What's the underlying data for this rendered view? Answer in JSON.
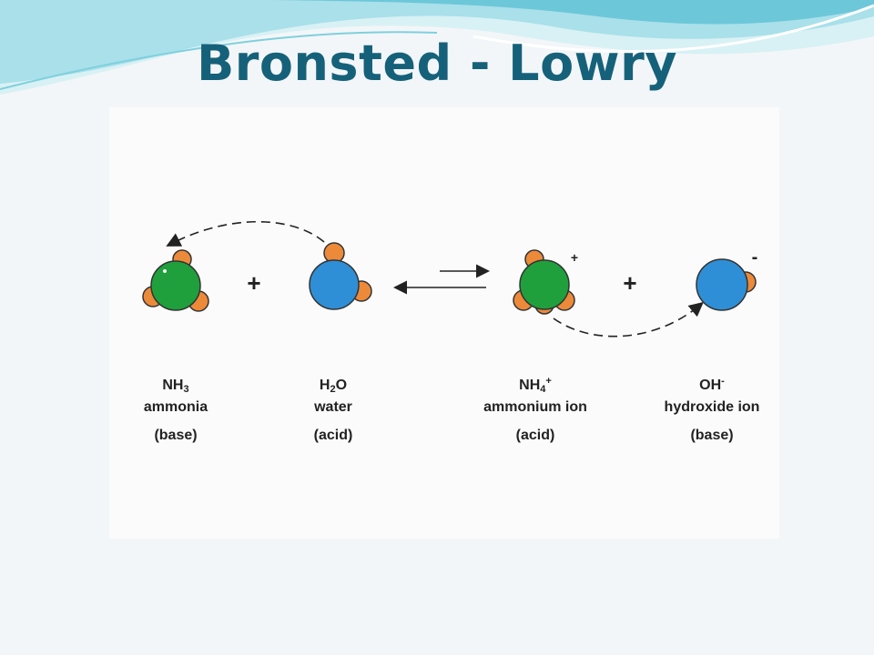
{
  "title": "Bronsted - Lowry",
  "colors": {
    "title": "#16617a",
    "nitrogen_green": "#1fa03c",
    "oxygen_blue": "#2f8fd6",
    "hydrogen_orange": "#ec8a3a",
    "wave_light": "#bfe9f0",
    "wave_mid": "#5cc3d6"
  },
  "equation": {
    "plus_left": "+",
    "plus_right": "+",
    "charge_ammonium": "+",
    "charge_hydroxide": "-"
  },
  "species": [
    {
      "formula_main": "NH",
      "formula_sub": "3",
      "formula_tail": "",
      "formula_sup": "",
      "name": "ammonia",
      "role": "(base)"
    },
    {
      "formula_main": "H",
      "formula_sub": "2",
      "formula_tail": "O",
      "formula_sup": "",
      "name": "water",
      "role": "(acid)"
    },
    {
      "formula_main": "NH",
      "formula_sub": "4",
      "formula_tail": "",
      "formula_sup": "+",
      "name": "ammonium ion",
      "role": "(acid)"
    },
    {
      "formula_main": "OH",
      "formula_sub": "",
      "formula_tail": "",
      "formula_sup": "-",
      "name": "hydroxide  ion",
      "role": "(base)"
    }
  ]
}
